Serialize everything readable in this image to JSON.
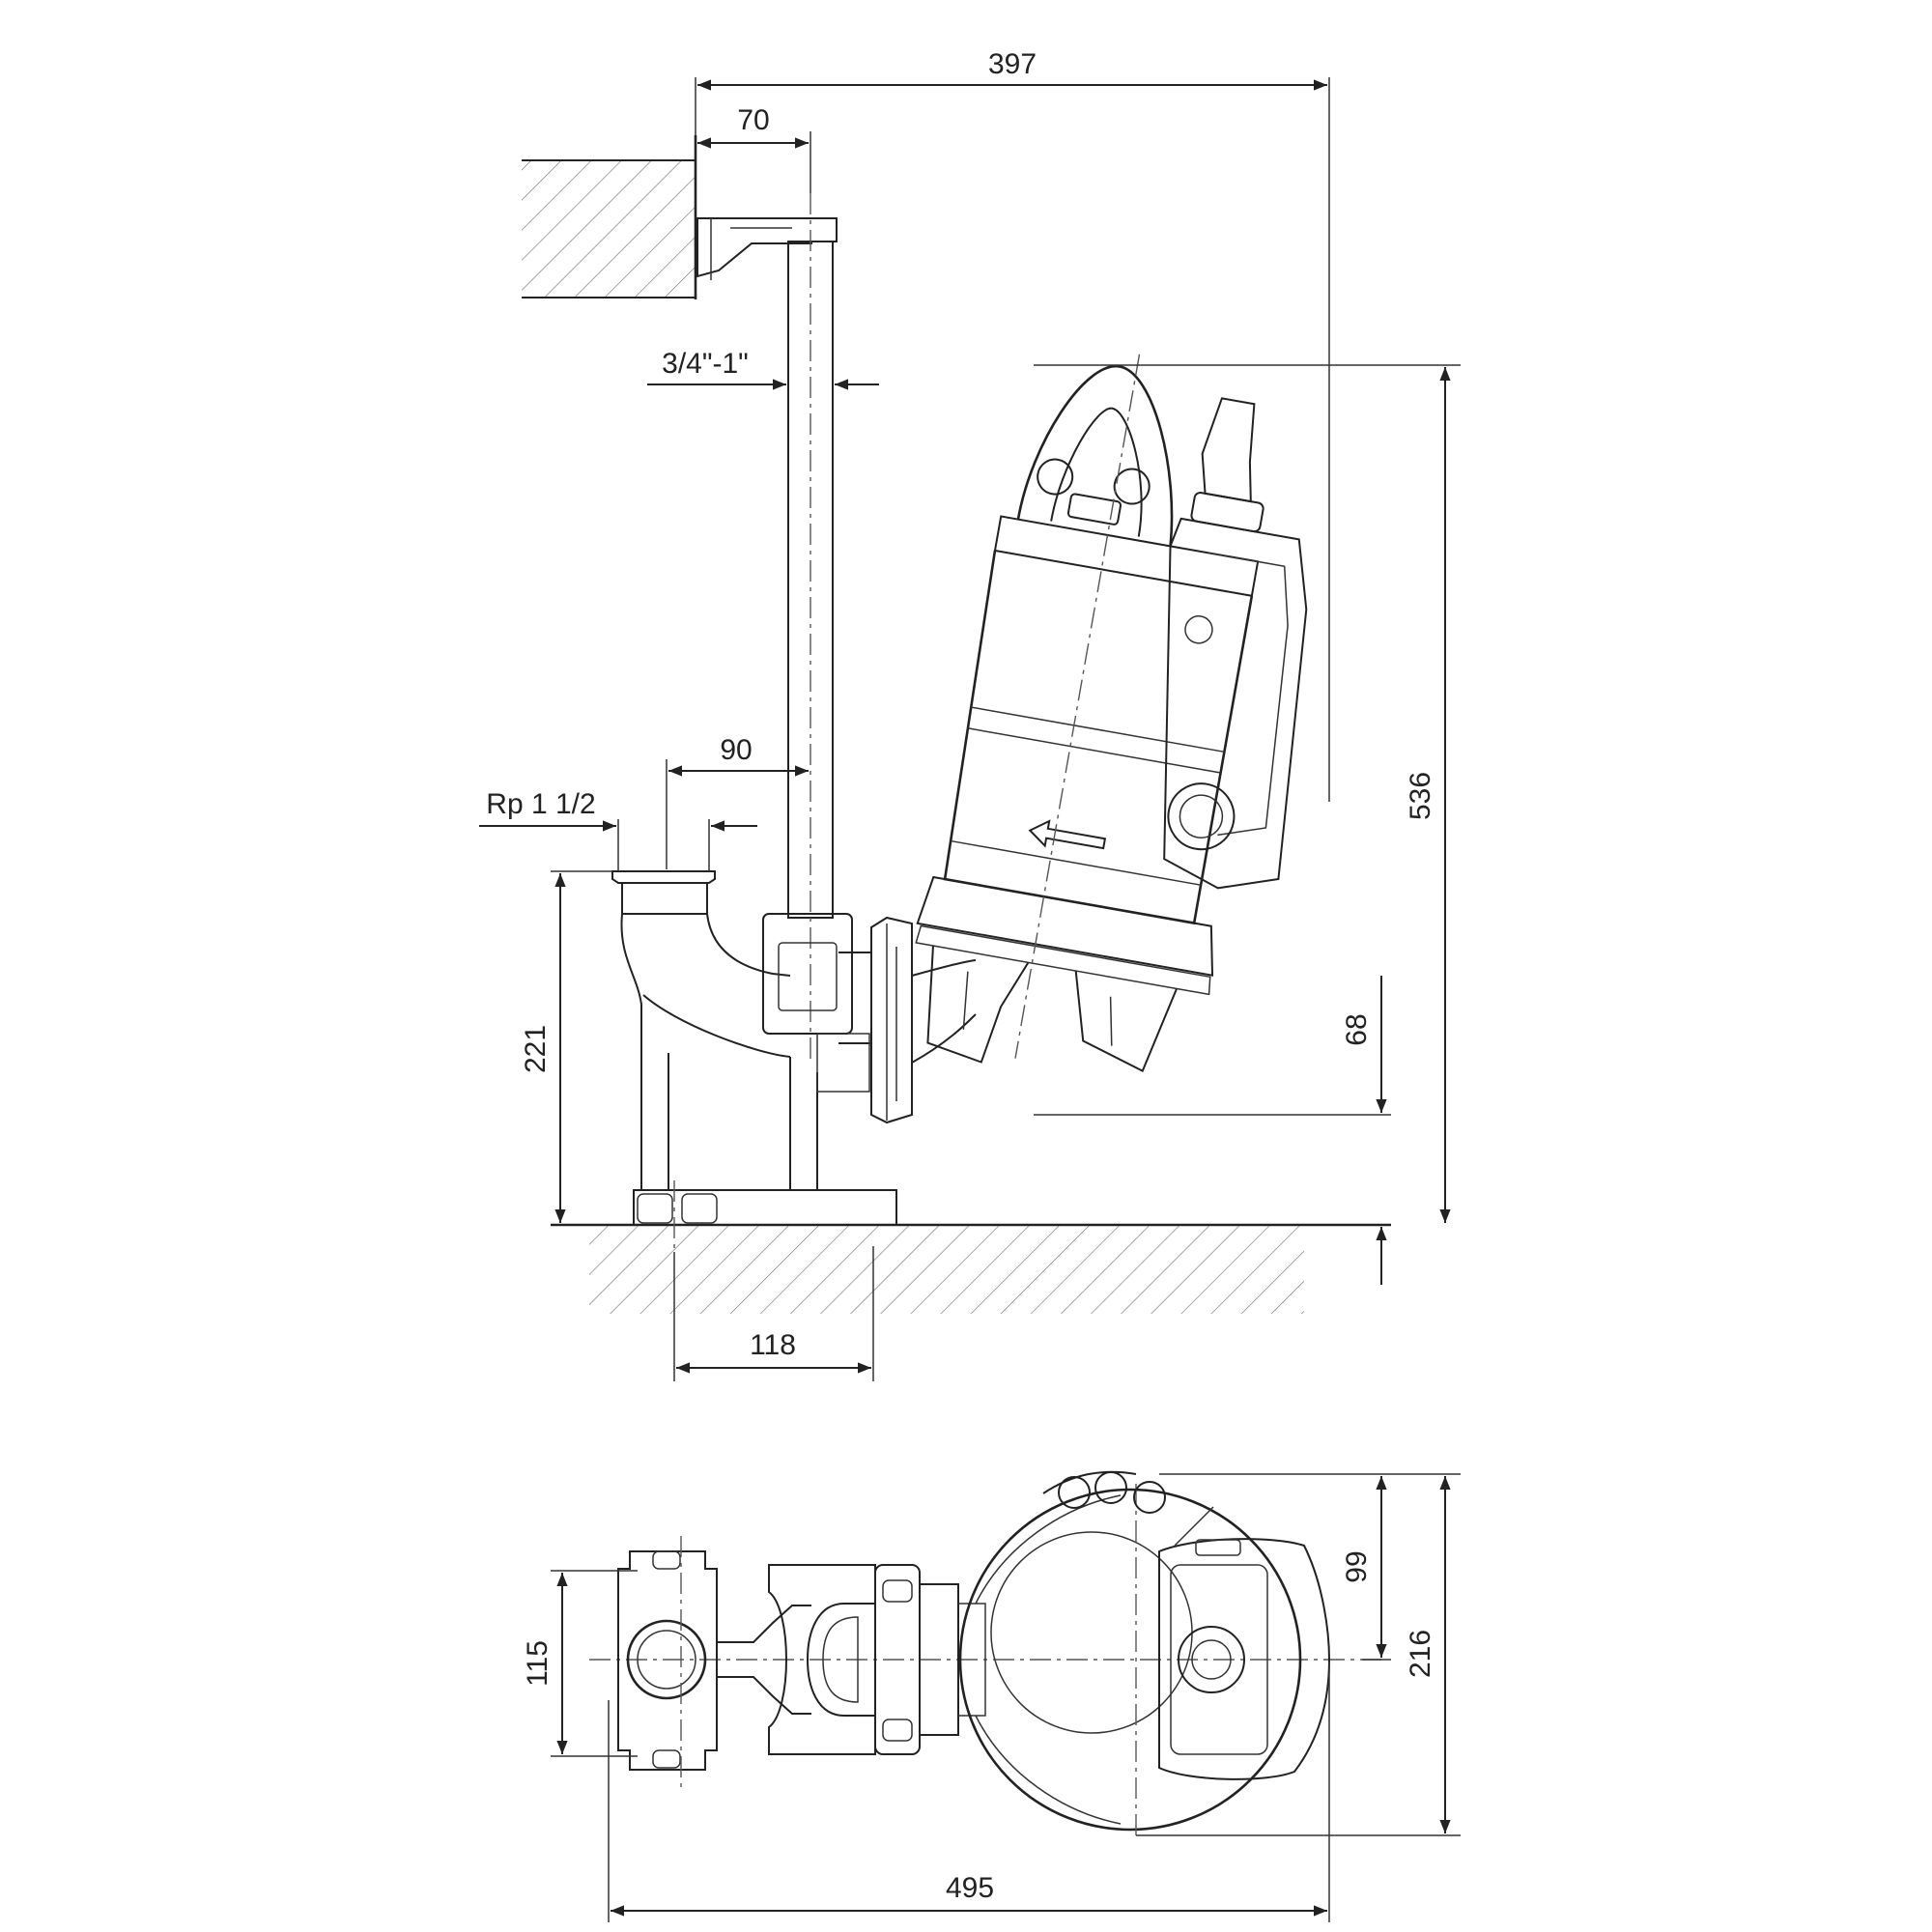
{
  "dimensions": {
    "d397": "397",
    "d70": "70",
    "d_pipe": "3/4\"-1\"",
    "d90": "90",
    "d_rp": "Rp 1 1/2",
    "d221": "221",
    "d68": "68",
    "d536": "536",
    "d118": "118",
    "d115": "115",
    "d99": "99",
    "d216": "216",
    "d495": "495"
  },
  "colors": {
    "line": "#222222",
    "hatch": "#777777",
    "background": "#ffffff"
  }
}
